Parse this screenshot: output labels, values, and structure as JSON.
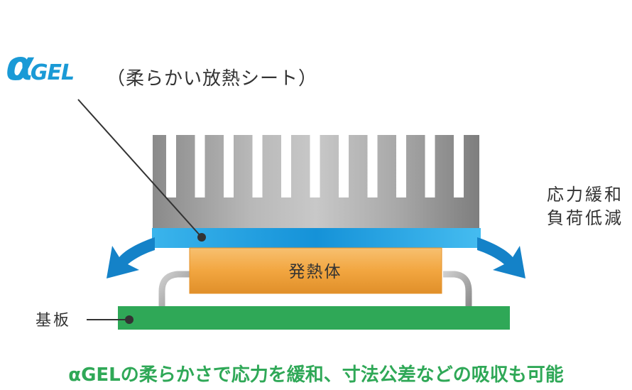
{
  "logo": {
    "alpha": "α",
    "gel": "GEL",
    "subtitle": "（柔らかい放熱シート）"
  },
  "labels": {
    "heat_source": "発熱体",
    "substrate": "基板",
    "stress_line1": "応力緩和",
    "stress_line2": "負荷低減"
  },
  "caption": "αGELの柔らかさで応力を緩和、寸法公差などの吸収も可能",
  "colors": {
    "logo_blue": "#1a9ad6",
    "gel_sheet": "#28a8e8",
    "heat_source_orange": "#f2a640",
    "substrate_green": "#2fa857",
    "heatsink_gray": "#9a9a9a",
    "arrow_blue": "#1482c8",
    "caption_green": "#2fa857"
  }
}
